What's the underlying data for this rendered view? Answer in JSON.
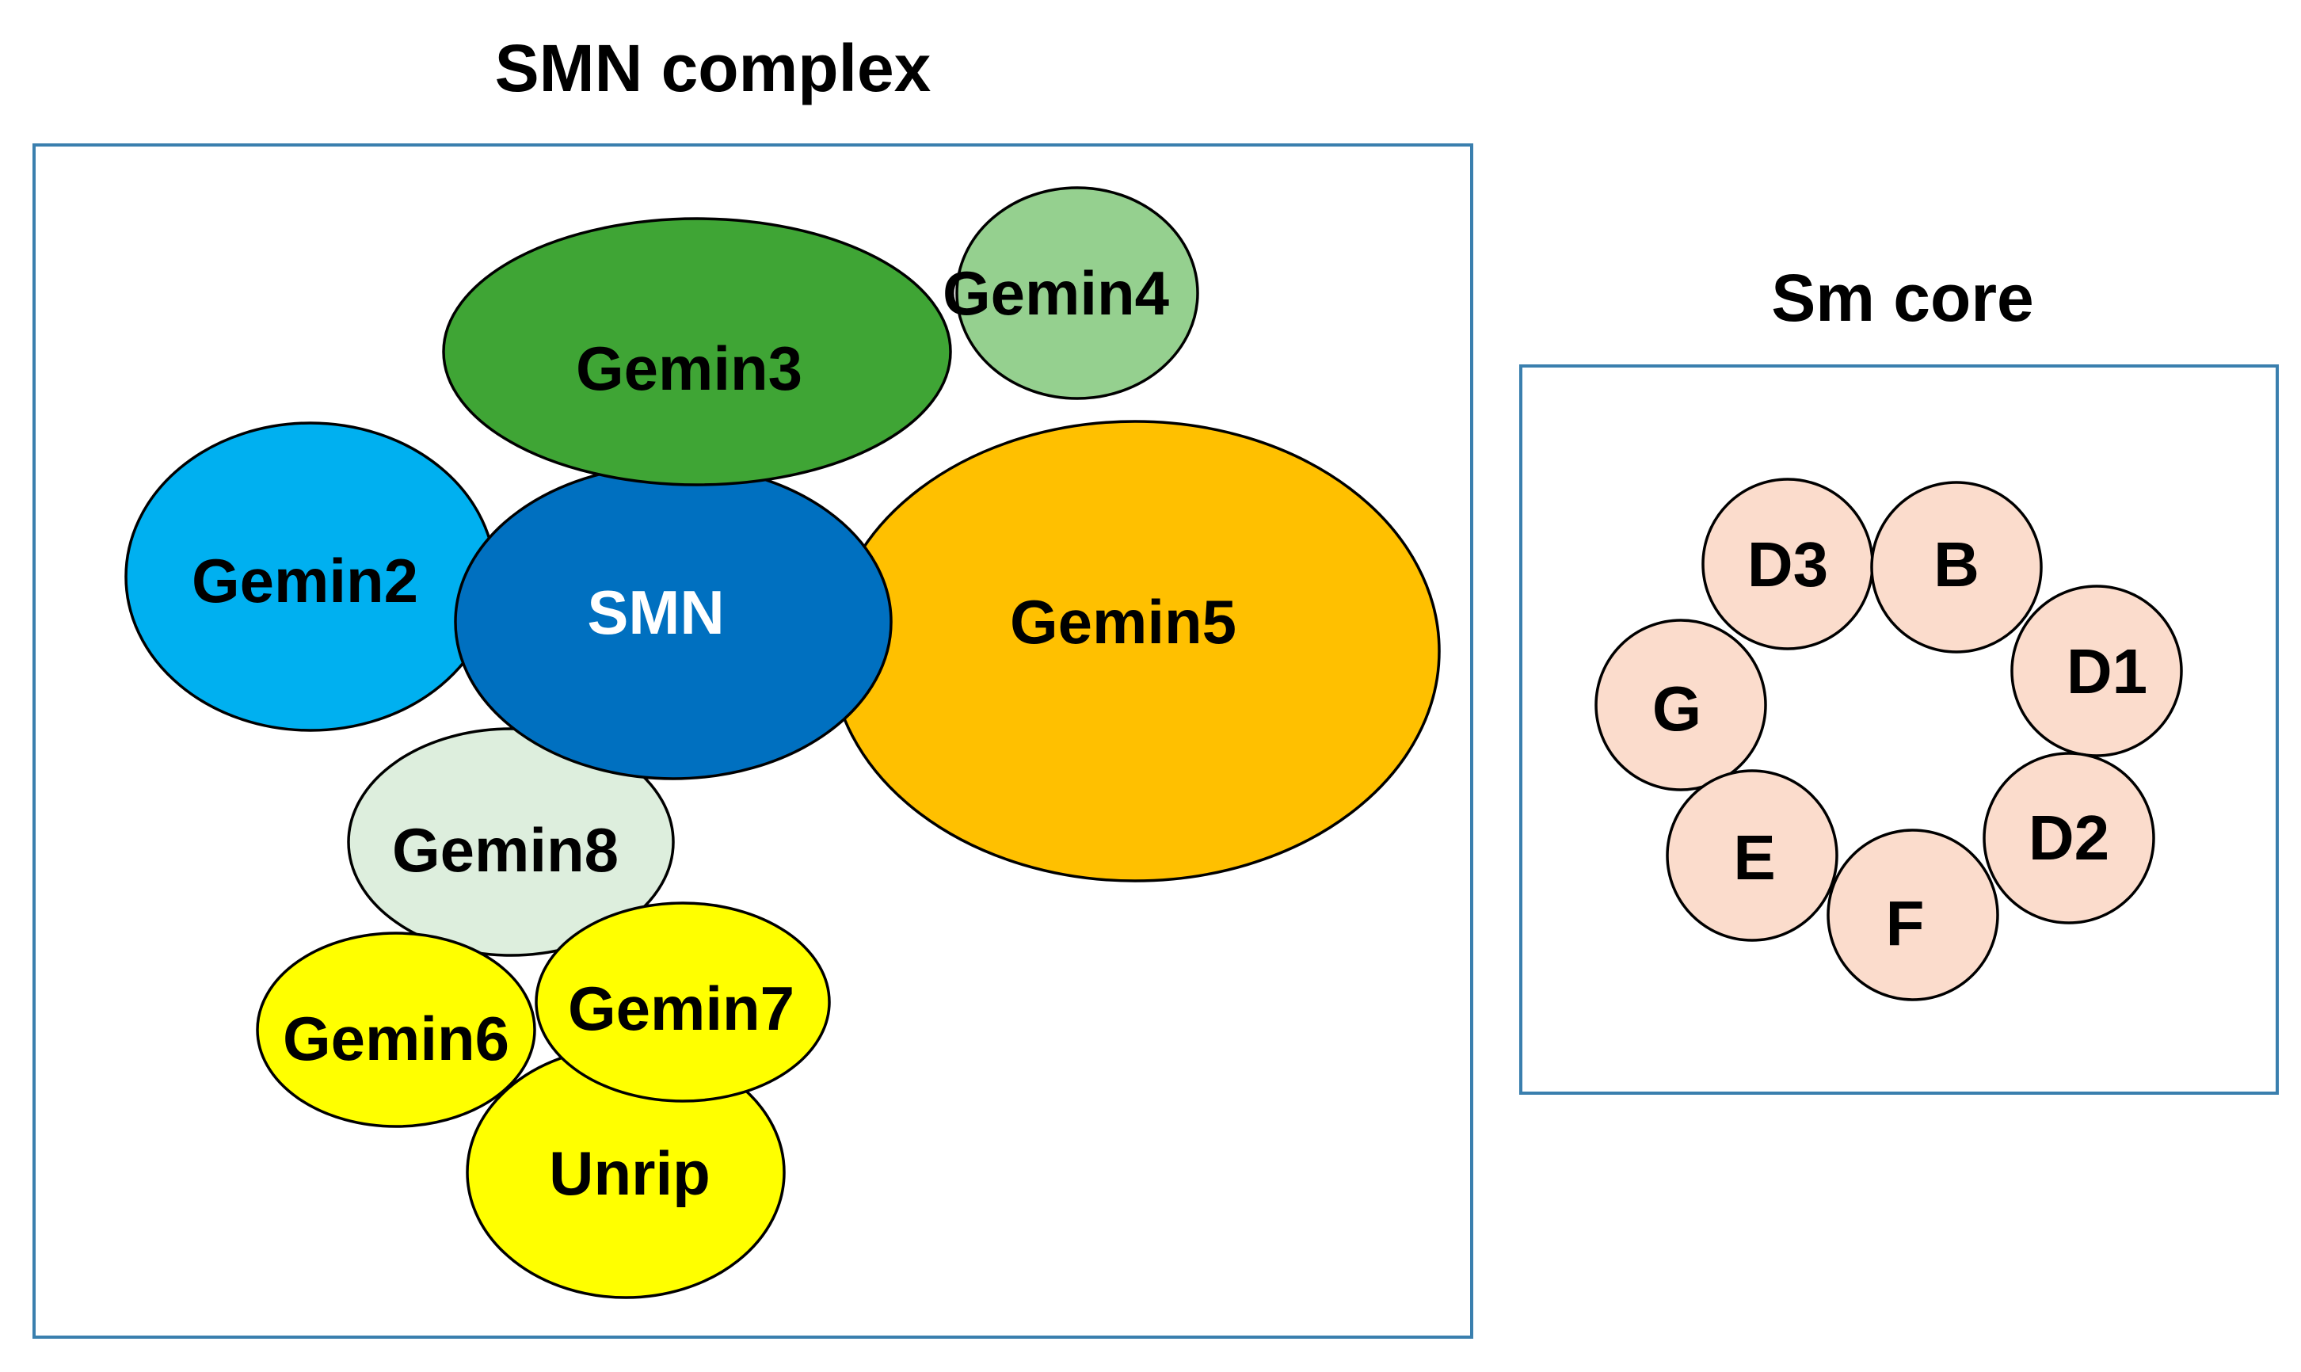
{
  "smn_complex": {
    "title": "SMN complex",
    "components": {
      "gemin4": {
        "label": "Gemin4",
        "fill": "#95d08f",
        "text_color": "#000000"
      },
      "gemin3": {
        "label": "Gemin3",
        "fill": "#3fa535",
        "text_color": "#000000"
      },
      "gemin2": {
        "label": "Gemin2",
        "fill": "#00b0f0",
        "text_color": "#000000"
      },
      "gemin5": {
        "label": "Gemin5",
        "fill": "#ffc000",
        "text_color": "#000000"
      },
      "smn": {
        "label": "SMN",
        "fill": "#0070c0",
        "text_color": "#ffffff"
      },
      "gemin8": {
        "label": "Gemin8",
        "fill": "#ddeedd",
        "text_color": "#000000"
      },
      "unrip": {
        "label": "Unrip",
        "fill": "#ffff00",
        "text_color": "#000000"
      },
      "gemin6": {
        "label": "Gemin6",
        "fill": "#ffff00",
        "text_color": "#000000"
      },
      "gemin7": {
        "label": "Gemin7",
        "fill": "#ffff00",
        "text_color": "#000000"
      }
    }
  },
  "sm_core": {
    "title": "Sm core",
    "fill": "#fbdccc",
    "proteins": {
      "d3": "D3",
      "b": "B",
      "d1": "D1",
      "g": "G",
      "d2": "D2",
      "e": "E",
      "f": "F"
    }
  },
  "colors": {
    "frame": "#3a7fae",
    "outline": "#000000"
  }
}
